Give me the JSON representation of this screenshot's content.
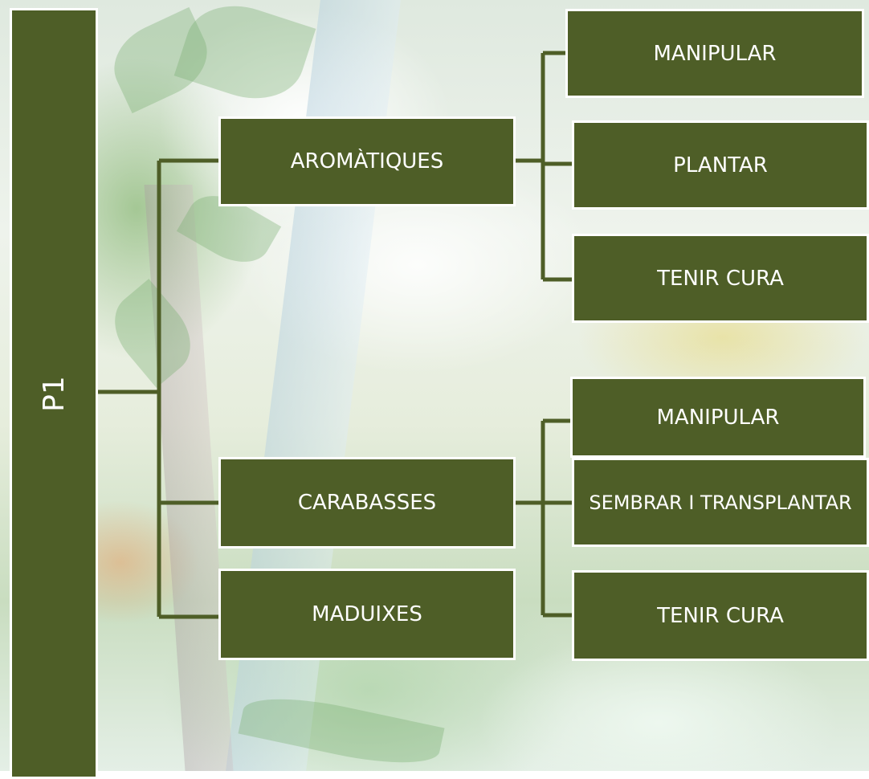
{
  "diagram": {
    "root": {
      "label": "P1"
    },
    "categories": [
      {
        "label": "AROMÀTIQUES",
        "children": [
          {
            "label": "MANIPULAR"
          },
          {
            "label": "PLANTAR"
          },
          {
            "label": "TENIR CURA"
          }
        ]
      },
      {
        "label": "CARABASSES",
        "children": [
          {
            "label": "MANIPULAR"
          },
          {
            "label": "SEMBRAR I TRANSPLANTAR"
          },
          {
            "label": "TENIR CURA"
          }
        ]
      },
      {
        "label": "MADUIXES",
        "children": []
      }
    ]
  },
  "colors": {
    "box_fill": "#4e5e27",
    "box_border": "#ffffff",
    "box_text": "#ffffff",
    "connector": "#4e5e27"
  }
}
